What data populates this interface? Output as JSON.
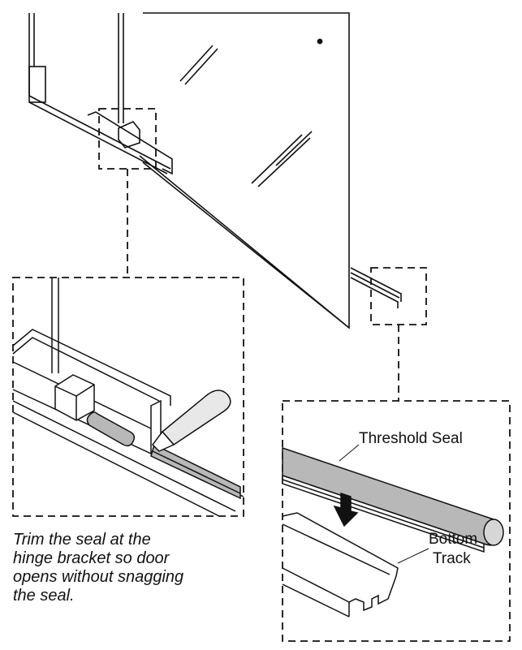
{
  "labels": {
    "threshold_seal": "Threshold Seal",
    "bottom_track_line1": "Bottom",
    "bottom_track_line2": "Track"
  },
  "caption": {
    "line1": "Trim the seal at the",
    "line2": "hinge bracket so door",
    "line3": "opens without snagging",
    "line4": "the seal."
  },
  "colors": {
    "ink": "#111111",
    "seal_fill": "#b8b8b8",
    "roller_fill": "#d6d6d6"
  }
}
